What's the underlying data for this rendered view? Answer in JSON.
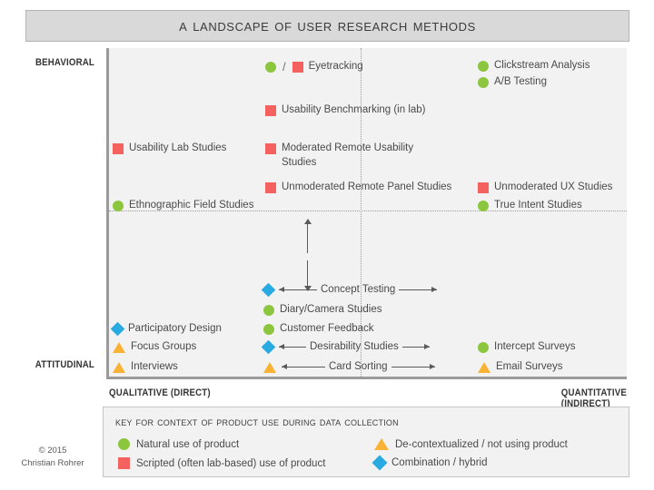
{
  "title": "A Landscape of User Research Methods",
  "axes": {
    "top": "BEHAVIORAL",
    "bottom": "ATTITUDINAL",
    "left": "QUALITATIVE (DIRECT)",
    "right": "QUANTITATIVE (INDIRECT)"
  },
  "colors": {
    "green": "#8CC63F",
    "red": "#F4625F",
    "blue": "#29ABE2",
    "orange": "#F9B233",
    "plot_background": "#F2F2F2",
    "title_background": "#D9D9D9",
    "axis_line": "#9A9A9A",
    "text": "#4A4A4A"
  },
  "chart_data": {
    "type": "scatter",
    "title": "A Landscape of User Research Methods",
    "xlabel": "QUALITATIVE (DIRECT) ↔ QUANTITATIVE (INDIRECT)",
    "ylabel": "ATTITUDINAL ↔ BEHAVIORAL",
    "grid": "dotted crosshair at center",
    "legend": "bottom key box",
    "marker_meaning": {
      "green-circle": "Natural use of product",
      "red-square": "Scripted (often lab-based) use of product",
      "orange-triangle": "De-contextualized / not using product",
      "blue-diamond": "Combination / hybrid"
    },
    "points": [
      {
        "label": "Eyetracking",
        "markers": [
          "green-circle",
          "red-square"
        ],
        "x": 0.32,
        "y": 0.95
      },
      {
        "label": "Clickstream Analysis",
        "markers": [
          "green-circle"
        ],
        "x": 0.71,
        "y": 0.95
      },
      {
        "label": "A/B Testing",
        "markers": [
          "green-circle"
        ],
        "x": 0.71,
        "y": 0.9
      },
      {
        "label": "Usability Benchmarking (in lab)",
        "markers": [
          "red-square"
        ],
        "x": 0.32,
        "y": 0.82
      },
      {
        "label": "Usability Lab Studies",
        "markers": [
          "red-square"
        ],
        "x": 0.02,
        "y": 0.7
      },
      {
        "label": "Moderated Remote Usability Studies",
        "markers": [
          "red-square"
        ],
        "x": 0.32,
        "y": 0.7
      },
      {
        "label": "Unmoderated Remote Panel Studies",
        "markers": [
          "red-square"
        ],
        "x": 0.32,
        "y": 0.58
      },
      {
        "label": "Unmoderated UX Studies",
        "markers": [
          "red-square"
        ],
        "x": 0.71,
        "y": 0.58
      },
      {
        "label": "Ethnographic Field Studies",
        "markers": [
          "green-circle"
        ],
        "x": 0.02,
        "y": 0.51
      },
      {
        "label": "True Intent Studies",
        "markers": [
          "green-circle"
        ],
        "x": 0.71,
        "y": 0.51
      },
      {
        "label": "Concept Testing",
        "markers": [
          "blue-diamond"
        ],
        "x": 0.32,
        "y": 0.27
      },
      {
        "label": "Diary/Camera Studies",
        "markers": [
          "green-circle"
        ],
        "x": 0.32,
        "y": 0.21
      },
      {
        "label": "Participatory Design",
        "markers": [
          "blue-diamond"
        ],
        "x": 0.02,
        "y": 0.15
      },
      {
        "label": "Customer Feedback",
        "markers": [
          "green-circle"
        ],
        "x": 0.32,
        "y": 0.15
      },
      {
        "label": "Focus Groups",
        "markers": [
          "orange-triangle"
        ],
        "x": 0.02,
        "y": 0.09
      },
      {
        "label": "Desirability Studies",
        "markers": [
          "blue-diamond"
        ],
        "x": 0.32,
        "y": 0.09
      },
      {
        "label": "Intercept Surveys",
        "markers": [
          "green-circle"
        ],
        "x": 0.71,
        "y": 0.09
      },
      {
        "label": "Interviews",
        "markers": [
          "orange-triangle"
        ],
        "x": 0.02,
        "y": 0.03
      },
      {
        "label": "Card Sorting",
        "markers": [
          "orange-triangle"
        ],
        "x": 0.32,
        "y": 0.03
      },
      {
        "label": "Email Surveys",
        "markers": [
          "orange-triangle"
        ],
        "x": 0.71,
        "y": 0.03
      }
    ]
  },
  "items": {
    "eyetracking": "Eyetracking",
    "clickstream": "Clickstream Analysis",
    "ab_testing": "A/B Testing",
    "usability_benchmarking": "Usability Benchmarking (in lab)",
    "usability_lab": "Usability Lab Studies",
    "moderated_remote": "Moderated Remote Usability Studies",
    "unmoderated_remote_panel": "Unmoderated Remote Panel Studies",
    "unmoderated_ux": "Unmoderated UX Studies",
    "ethnographic": "Ethnographic Field Studies",
    "true_intent": "True Intent Studies",
    "concept_testing": "Concept Testing",
    "diary_camera": "Diary/Camera Studies",
    "participatory_design": "Participatory Design",
    "customer_feedback": "Customer Feedback",
    "focus_groups": "Focus Groups",
    "desirability": "Desirability Studies",
    "intercept_surveys": "Intercept Surveys",
    "interviews": "Interviews",
    "card_sorting": "Card Sorting",
    "email_surveys": "Email Surveys",
    "slash": "/"
  },
  "key": {
    "title": "Key for Context of Product Use During Data Collection",
    "natural": "Natural use of product",
    "scripted": "Scripted (often lab-based) use of product",
    "decontextualized": "De-contextualized / not using product",
    "combination": "Combination / hybrid"
  },
  "credit": {
    "year": "© 2015",
    "author": "Christian Rohrer"
  }
}
